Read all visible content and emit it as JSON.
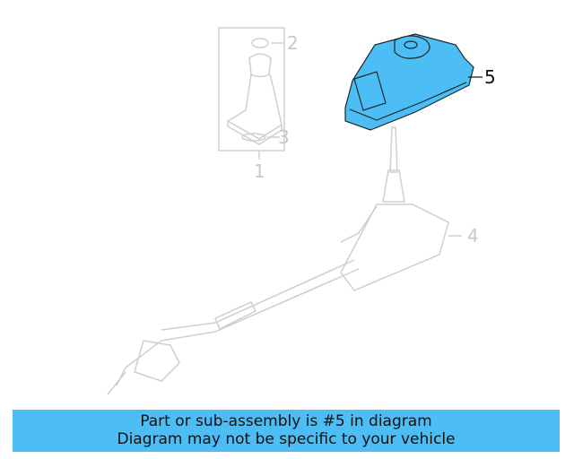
{
  "diagram": {
    "highlight_color": "#4dbdf5",
    "line_color_faded": "#cfcfcf",
    "line_color_active": "#1a2a2a",
    "callouts": [
      {
        "id": "1",
        "label": "1",
        "highlighted": false
      },
      {
        "id": "2",
        "label": "2",
        "highlighted": false
      },
      {
        "id": "3",
        "label": "3",
        "highlighted": false
      },
      {
        "id": "4",
        "label": "4",
        "highlighted": false
      },
      {
        "id": "5",
        "label": "5",
        "highlighted": true
      }
    ]
  },
  "banner": {
    "line1": "Part or sub-assembly is #5 in diagram",
    "line2": "Diagram may not be specific to your vehicle",
    "background": "#4dbdf5"
  }
}
